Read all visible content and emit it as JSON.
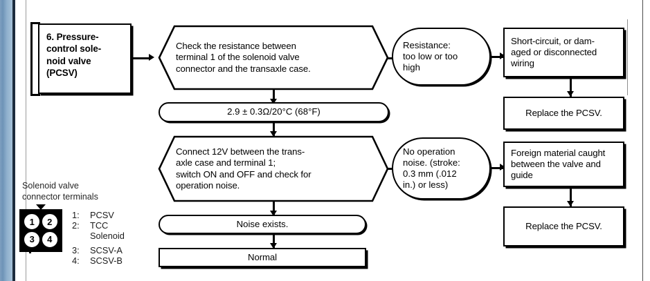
{
  "page": {
    "accent_strip_color": "#7e9fc0",
    "rule_color": "#9a9a9a",
    "ink_color": "#000000"
  },
  "flowchart": {
    "title_box": {
      "label": "6. Pressure-\ncontrol sole-\nnoid valve\n(PCSV)"
    },
    "steps": [
      {
        "id": "check-resistance",
        "shape": "hexagon",
        "label": "Check the resistance between\nterminal 1 of the solenoid valve\nconnector and the transaxle case."
      },
      {
        "id": "resistance-fault",
        "shape": "pill",
        "label": "Resistance:\ntoo low or too\nhigh"
      },
      {
        "id": "wiring-fault",
        "shape": "rect",
        "label": "Short-circuit, or dam-\naged or disconnected\nwiring"
      },
      {
        "id": "replace-pcsv-1",
        "shape": "rect",
        "label": "Replace the PCSV."
      },
      {
        "id": "resistance-spec",
        "shape": "pill",
        "label": "2.9 ± 0.3Ω/20°C (68°F)"
      },
      {
        "id": "connect-12v",
        "shape": "hexagon",
        "label": "Connect 12V between the trans-\naxle case and terminal 1;\nswitch ON and OFF and check for\noperation noise."
      },
      {
        "id": "no-operation-noise",
        "shape": "pill",
        "label": "No operation\nnoise. (stroke:\n0.3 mm (.012\nin.) or less)"
      },
      {
        "id": "foreign-material",
        "shape": "rect",
        "label": "Foreign material caught\nbetween the valve and\nguide"
      },
      {
        "id": "replace-pcsv-2",
        "shape": "rect",
        "label": "Replace the PCSV."
      },
      {
        "id": "noise-exists",
        "shape": "pill",
        "label": "Noise exists."
      },
      {
        "id": "normal",
        "shape": "rect",
        "label": "Normal"
      }
    ]
  },
  "legend": {
    "caption": "Solenoid valve\nconnector terminals",
    "pins": [
      {
        "number": "1",
        "label": "1"
      },
      {
        "number": "2",
        "label": "2"
      },
      {
        "number": "3",
        "label": "3"
      },
      {
        "number": "4",
        "label": "4"
      }
    ],
    "rows": [
      {
        "num": "1:",
        "name": "PCSV"
      },
      {
        "num": "2:",
        "name": "TCC\n  Solenoid"
      },
      {
        "num": "3:",
        "name": "SCSV-A"
      },
      {
        "num": "4:",
        "name": "SCSV-B"
      }
    ]
  }
}
